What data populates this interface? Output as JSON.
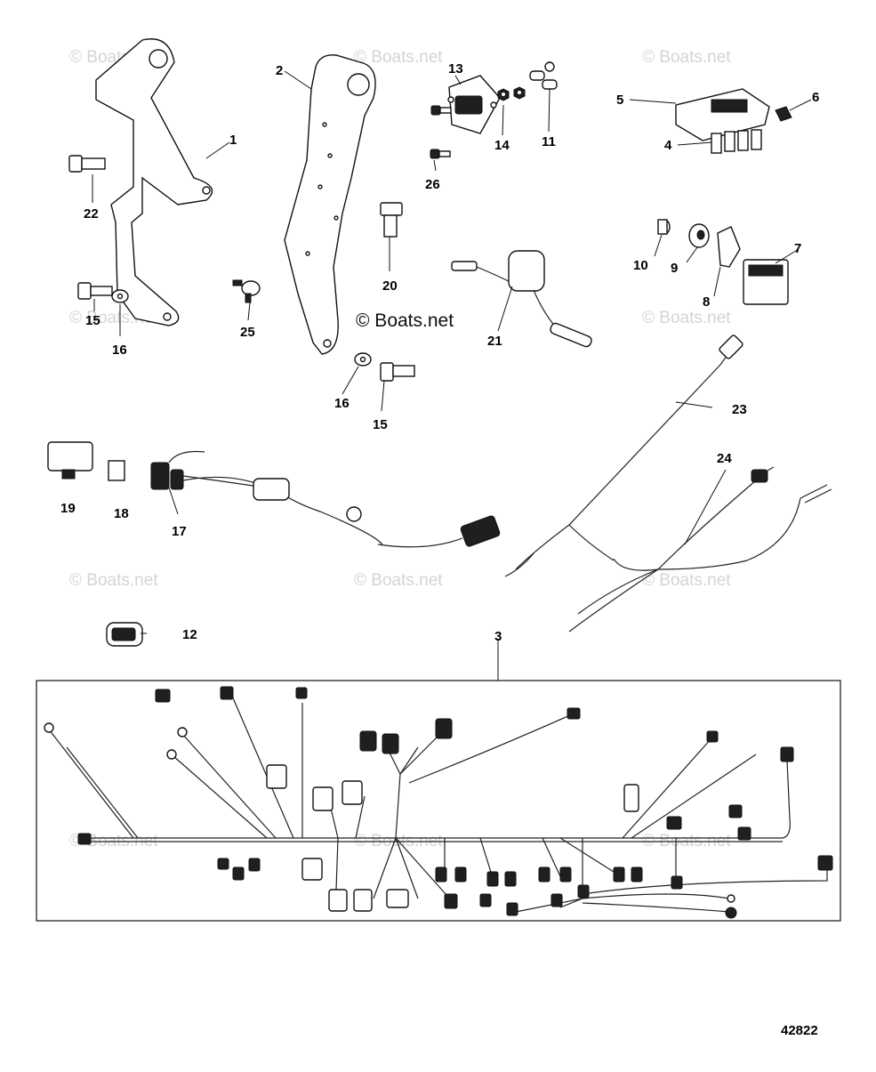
{
  "watermark": "© Boats.net",
  "copyright": "© Boats.net",
  "figure_number": "42822",
  "callouts": [
    "1",
    "2",
    "3",
    "4",
    "5",
    "6",
    "7",
    "8",
    "9",
    "10",
    "11",
    "12",
    "13",
    "14",
    "15",
    "16",
    "17",
    "18",
    "19",
    "20",
    "21",
    "22",
    "23",
    "24",
    "25",
    "26"
  ],
  "colors": {
    "ink": "#111111",
    "watermark": "#d4d4d4",
    "background": "#ffffff"
  },
  "icons": [
    "bracket-icon",
    "bolt-icon",
    "washer-icon",
    "clip-icon",
    "breaker-icon",
    "nut-icon",
    "terminal-icon",
    "relay-icon",
    "fuse-icon",
    "grommet-icon",
    "sensor-icon",
    "harness-icon",
    "connector-icon"
  ]
}
